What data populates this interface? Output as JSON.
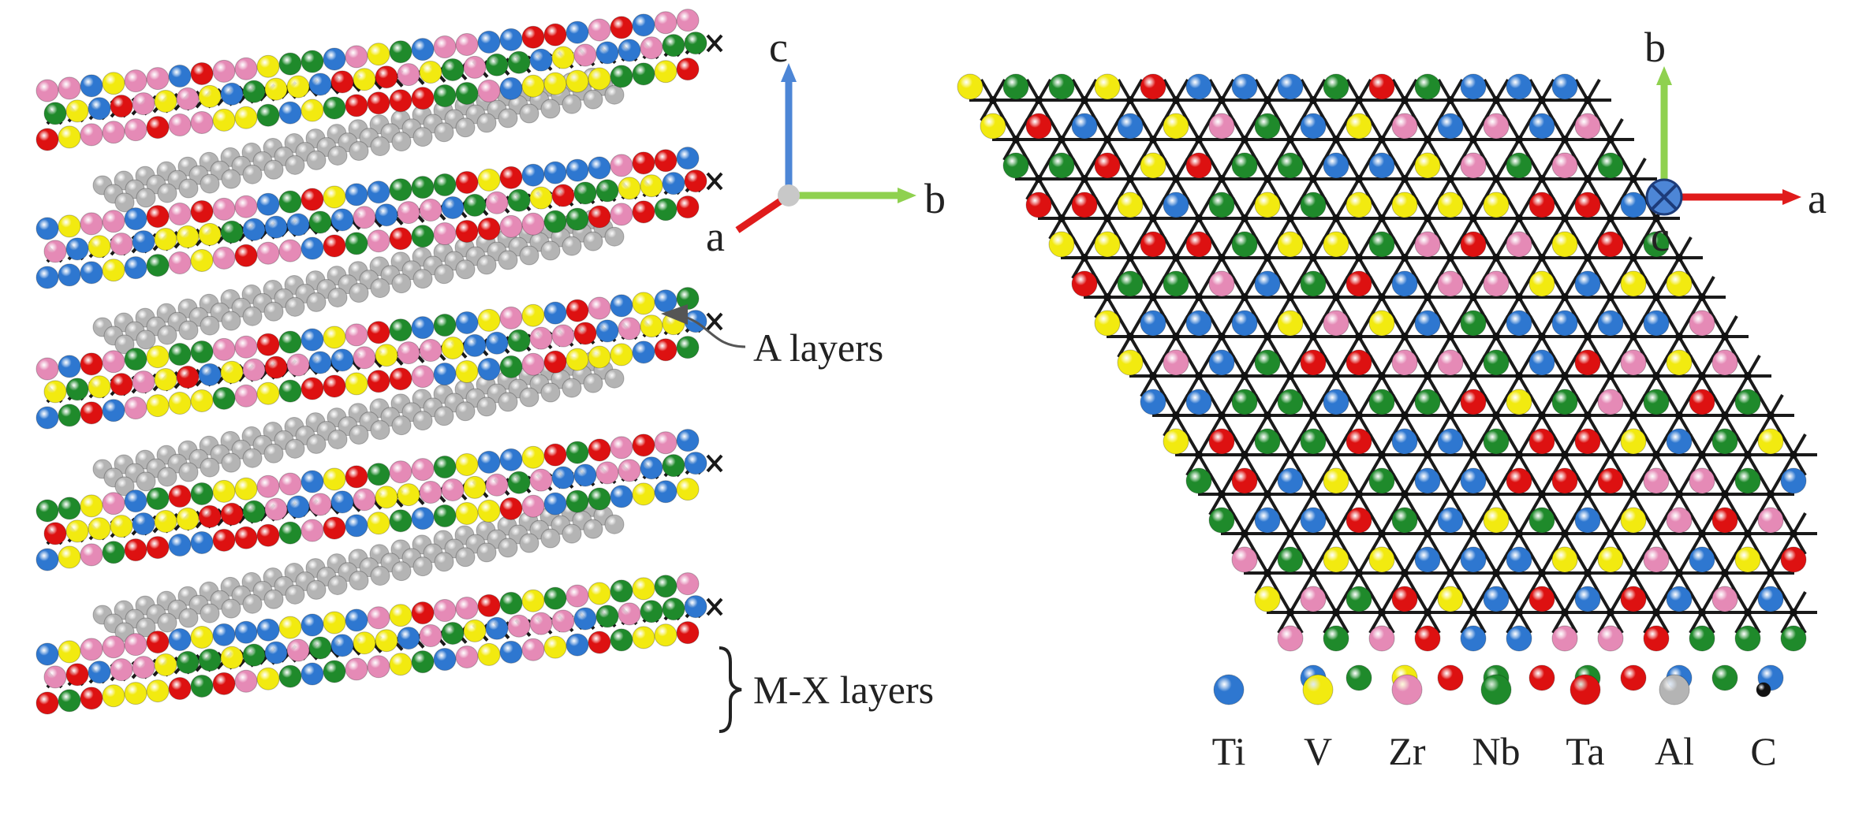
{
  "elements": [
    {
      "symbol": "Ti",
      "color": "#2e77d0"
    },
    {
      "symbol": "V",
      "color": "#f2ea10"
    },
    {
      "symbol": "Zr",
      "color": "#e58ab6"
    },
    {
      "symbol": "Nb",
      "color": "#1f8a2b"
    },
    {
      "symbol": "Ta",
      "color": "#dd1111"
    },
    {
      "symbol": "Al",
      "color": "#b4b4b4"
    },
    {
      "symbol": "C",
      "color": "#111111"
    }
  ],
  "side_view": {
    "axes": {
      "c": "c",
      "b": "b",
      "a": "a"
    },
    "labels": {
      "a_layers": "A layers",
      "mx_layers": "M-X layers"
    }
  },
  "top_view": {
    "axes": {
      "b": "b",
      "a": "a",
      "c": "c"
    }
  },
  "colors": {
    "axis_red": "#e01b1b",
    "axis_green": "#8fd14f",
    "axis_blue": "#4d86d6",
    "bond": "#1a1a1a"
  }
}
